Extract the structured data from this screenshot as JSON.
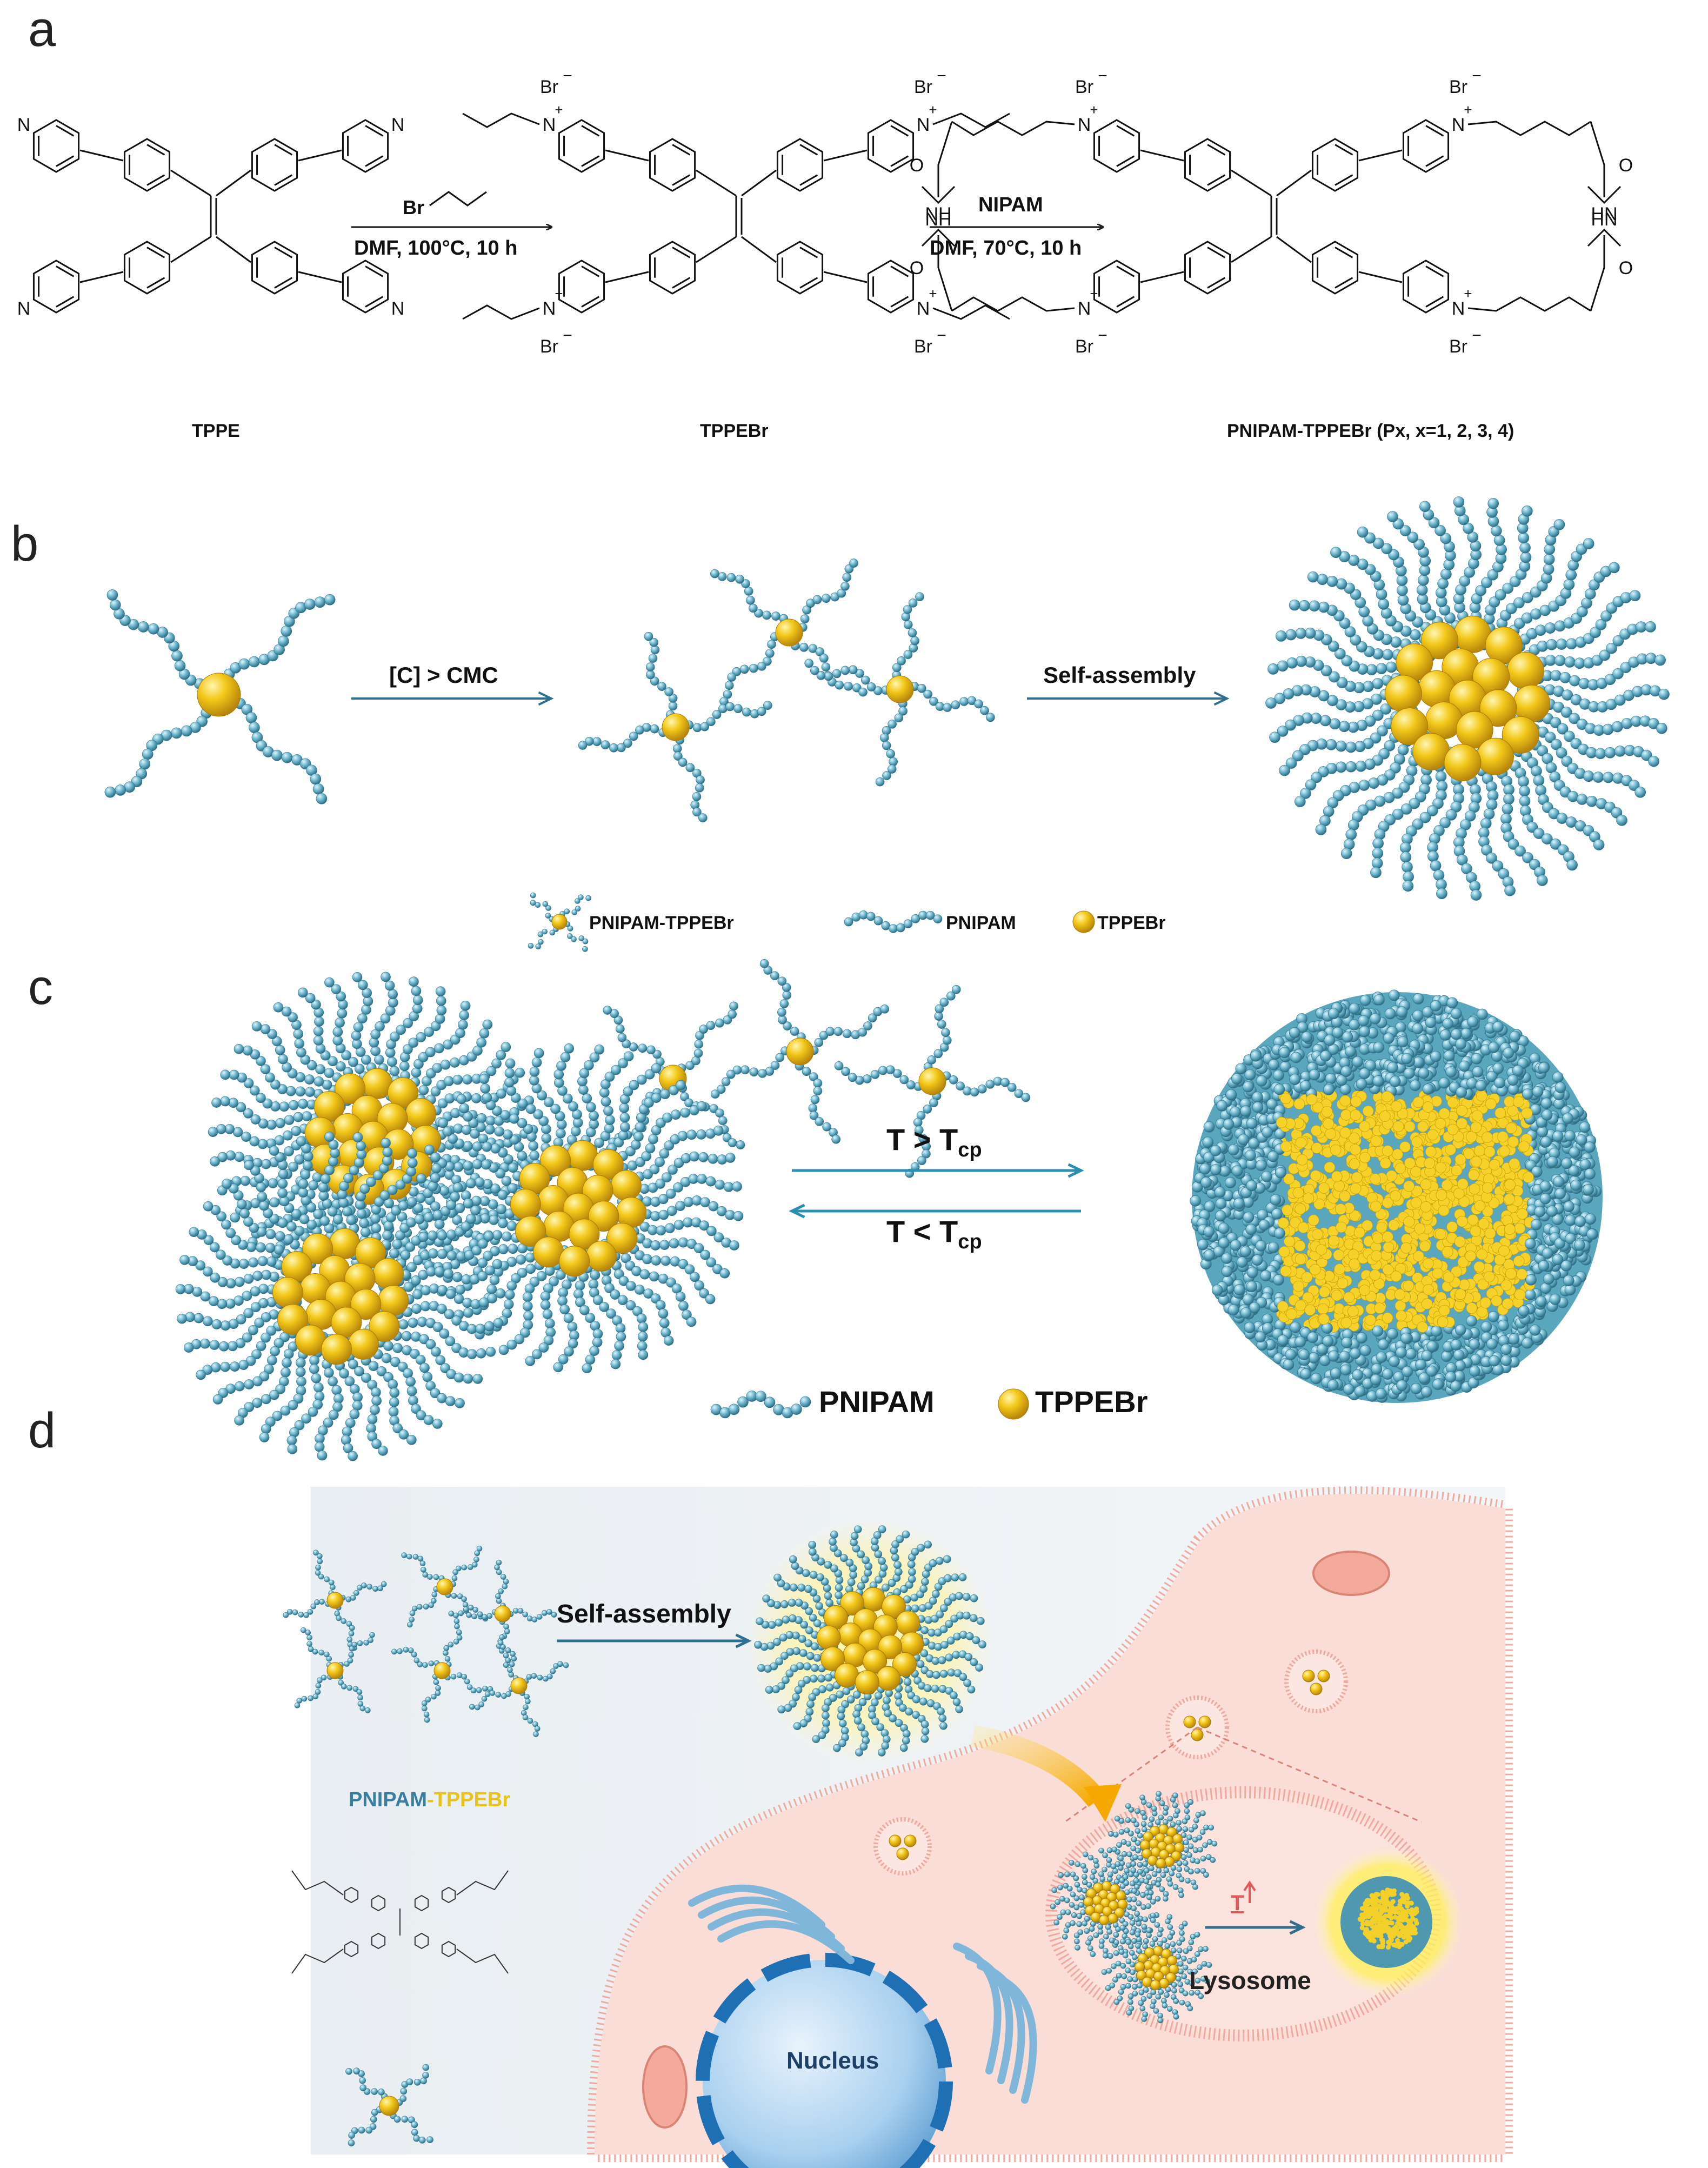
{
  "panels": {
    "a": "a",
    "b": "b",
    "c": "c",
    "d": "d"
  },
  "panel_a": {
    "compound1": "TPPE",
    "compound2": "TPPEBr",
    "compound3": "PNIPAM-TPPEBr (Px, x=1, 2, 3, 4)",
    "step1_reagent": "Br",
    "step1_conditions": "DMF, 100°C, 10 h",
    "step2_reagent": "NIPAM",
    "step2_conditions": "DMF, 70°C, 10 h",
    "atom_N": "N",
    "atom_NH": "NH",
    "atom_HN": "HN",
    "atom_O": "O",
    "atom_Br": "Br",
    "charge_minus": "−",
    "charge_plus": "+"
  },
  "panel_b": {
    "arrow1_label": "[C] > CMC",
    "arrow2_label": "Self-assembly",
    "legend": [
      "PNIPAM-TPPEBr",
      "PNIPAM",
      "TPPEBr"
    ]
  },
  "panel_c": {
    "forward_label": "T > T",
    "forward_sub": "cp",
    "reverse_label": "T < T",
    "reverse_sub": "cp",
    "legend": [
      "PNIPAM",
      "TPPEBr"
    ]
  },
  "panel_d": {
    "arrow_label": "Self-assembly",
    "name_part1": "PNIPAM",
    "name_part2": "-TPPEBr",
    "lysosome_label": "Lysosome",
    "nucleus_label": "Nucleus",
    "temp_label": "T"
  },
  "colors": {
    "chain": "#6fb8cf",
    "chain_dark": "#3d7f95",
    "core": "#f3c81a",
    "core_dark": "#c99a06",
    "arrow": "#2f6f8e",
    "cell": "#f6d3cc",
    "membrane": "#f0a99e",
    "nucleus": "#2f7fbf",
    "name_blue": "#3b7fa0",
    "name_yellow": "#e8c21c"
  }
}
